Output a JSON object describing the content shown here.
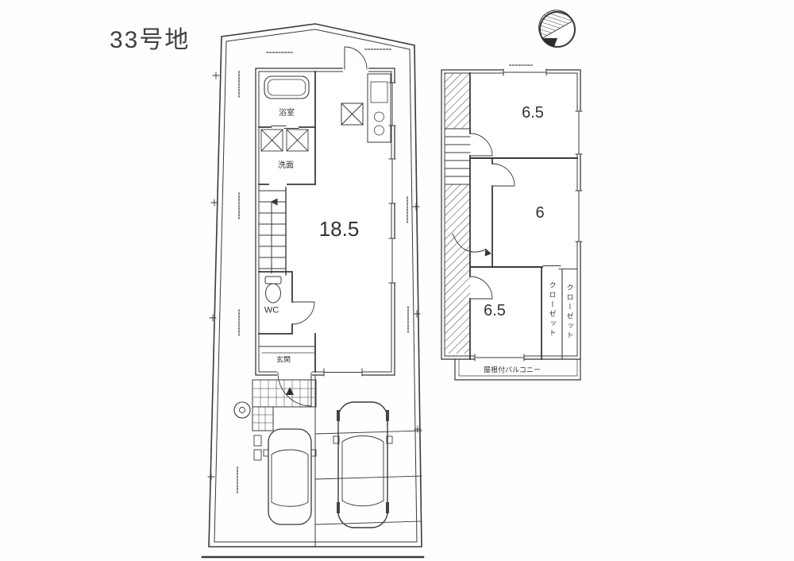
{
  "title": "33号地",
  "floor1": {
    "labels": {
      "bath": "浴室",
      "washroom": "洗面",
      "living": "18.5",
      "wc": "WC",
      "entrance": "玄関"
    }
  },
  "floor2": {
    "labels": {
      "room_top": "6.5",
      "room_middle": "6",
      "room_bottom": "6.5",
      "closet_left": "クローゼット",
      "closet_right": "クローゼット",
      "balcony": "屋根付バルコニー"
    }
  },
  "colors": {
    "line": "#3a3a3a",
    "text": "#333333",
    "background": "#ffffff"
  }
}
